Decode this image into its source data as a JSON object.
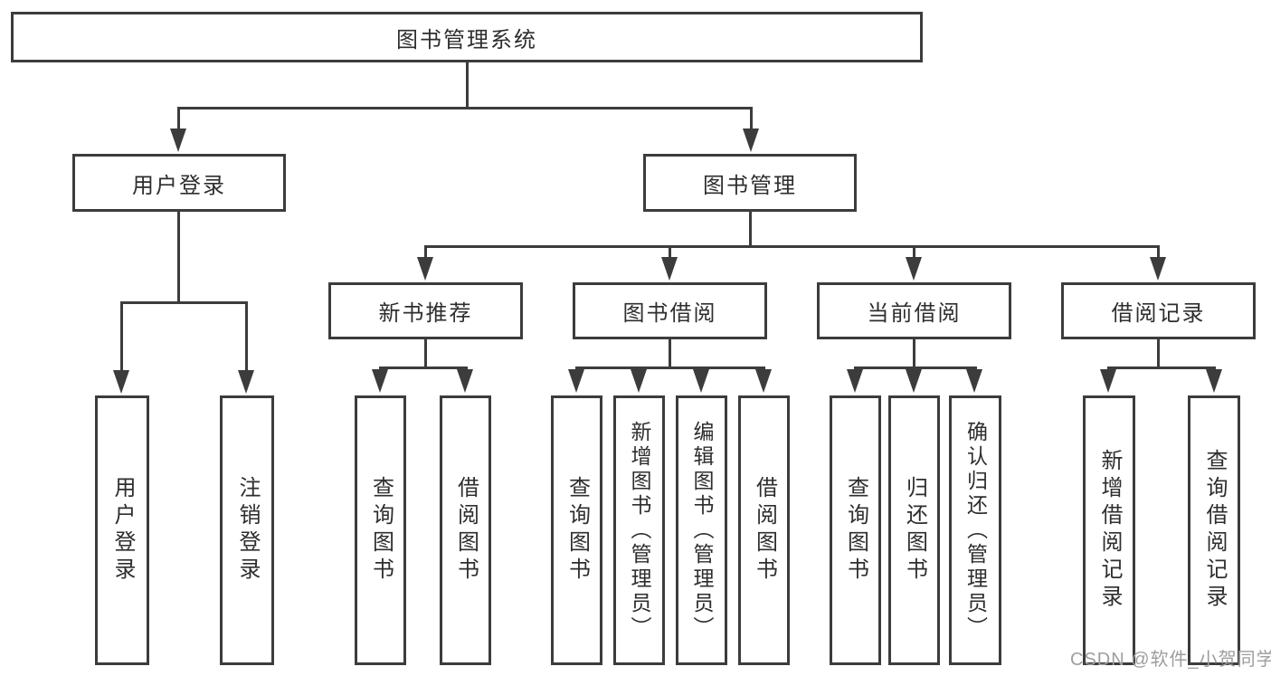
{
  "title": "图书管理系统",
  "nodes": {
    "root": {
      "label": "图书管理系统"
    },
    "user_login": {
      "label": "用户登录",
      "children": [
        {
          "label": "用户登录"
        },
        {
          "label": "注销登录"
        }
      ]
    },
    "book_mgmt": {
      "label": "图书管理",
      "children": [
        {
          "label": "新书推荐",
          "children": [
            {
              "label": "查询图书"
            },
            {
              "label": "借阅图书"
            }
          ]
        },
        {
          "label": "图书借阅",
          "children": [
            {
              "label": "查询图书"
            },
            {
              "label": "新增图书（管理员）"
            },
            {
              "label": "编辑图书（管理员）"
            },
            {
              "label": "借阅图书"
            }
          ]
        },
        {
          "label": "当前借阅",
          "children": [
            {
              "label": "查询图书"
            },
            {
              "label": "归还图书"
            },
            {
              "label": "确认归还（管理员）"
            }
          ]
        },
        {
          "label": "借阅记录",
          "children": [
            {
              "label": "新增借阅记录"
            },
            {
              "label": "查询借阅记录"
            }
          ]
        }
      ]
    }
  },
  "watermark": {
    "text": "CSDN @软件_小贺同学"
  },
  "colors": {
    "line": "#3c3c3c",
    "text": "#2e2e2e",
    "watermark": "#9e9e9e",
    "background": "#ffffff"
  }
}
